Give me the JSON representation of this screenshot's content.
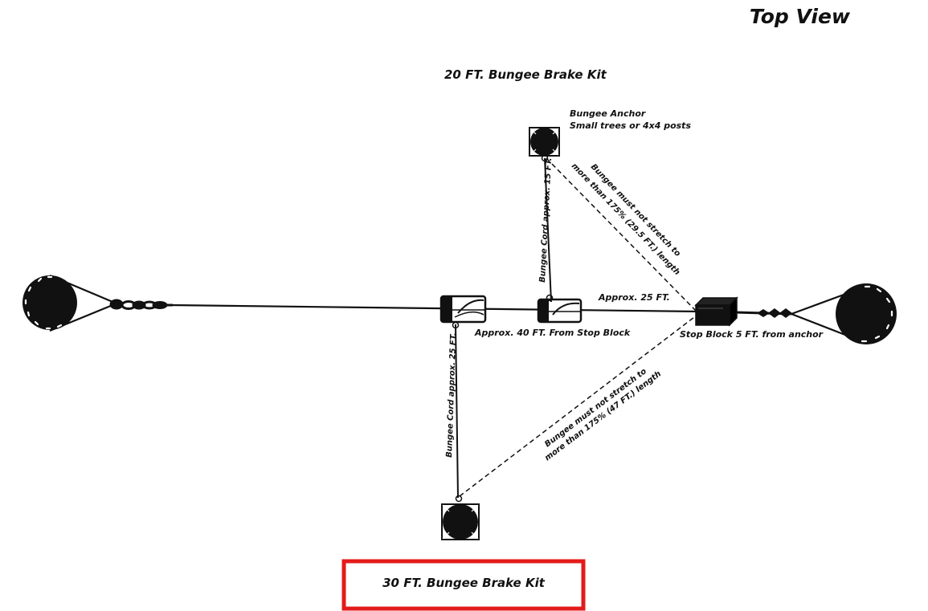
{
  "diagram": {
    "view_title": "Top View",
    "kit_20_title": "20 FT. Bungee Brake Kit",
    "kit_30_title": "30 FT. Bungee Brake Kit",
    "anchor_label_line1": "Bungee Anchor",
    "anchor_label_line2": "Small trees or 4x4 posts",
    "cord_15_label": "Bungee Cord approx. 15 FT.",
    "cord_25_label": "Bungee Cord approx. 25 FT.",
    "stretch_20_line1": "Bungee must not stretch to",
    "stretch_20_line2": "more than 175% (29.5 FT.) length",
    "stretch_30_line1": "Bungee must not stretch to",
    "stretch_30_line2": "more than 175% (47 FT.) length",
    "approx_25": "Approx. 25 FT.",
    "approx_40": "Approx. 40 FT. From Stop Block",
    "stop_block_label": "Stop Block 5 FT. from anchor",
    "colors": {
      "ink": "#111111",
      "highlight": "#e31b1b",
      "background": "#ffffff"
    }
  }
}
